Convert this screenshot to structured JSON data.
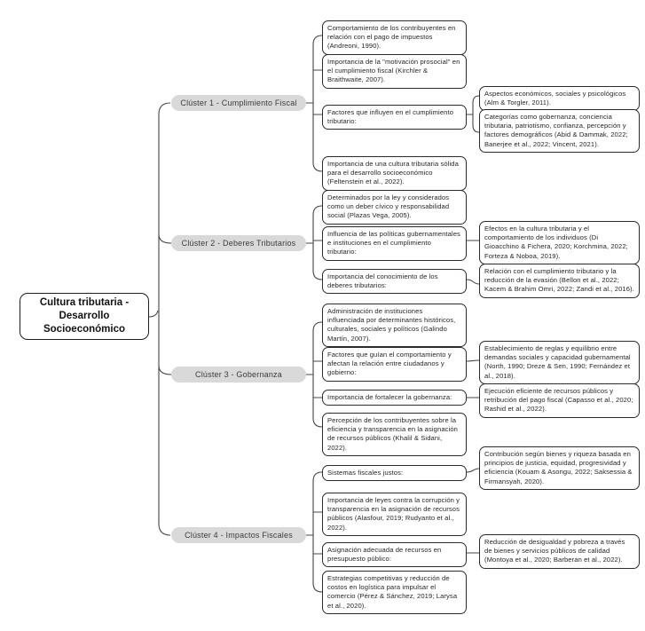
{
  "root": {
    "label": "Cultura tributaria - Desarrollo Socioeconómico"
  },
  "colors": {
    "line": "#454545",
    "cluster_bg": "#d9d9d9",
    "box_border": "#2b2b2b",
    "background": "#ffffff"
  },
  "clusters": [
    {
      "label": "Clúster 1 - Cumplimiento Fiscal",
      "topics": [
        {
          "text": "Comportamiento de los contribuyentes en relación con el pago de impuestos (Andreoni, 1990)."
        },
        {
          "text": "Importancia de la \"motivación prosocial\" en el cumplimiento fiscal (Kirchler & Braithwaite, 2007)."
        },
        {
          "text": "Factores que influyen en el cumplimiento tributario:",
          "details": [
            {
              "text": "Aspectos económicos, sociales y psicológicos (Alm & Torgler, 2011)."
            },
            {
              "text": "Categorías como gobernanza, conciencia tributaria, patriotismo, confianza, percepción y factores demográficos (Abid & Dammak, 2022; Banerjee et al., 2022; Vincent, 2021)."
            }
          ]
        },
        {
          "text": "Importancia de una cultura tributaria sólida para el desarrollo socioeconómico (Feltenstein et al., 2022)."
        }
      ]
    },
    {
      "label": "Clúster 2 - Deberes Tributarios",
      "topics": [
        {
          "text": "Determinados por la ley y considerados como un deber cívico y responsabilidad social (Plazas Vega, 2005)."
        },
        {
          "text": "Influencia de las políticas gubernamentales e instituciones en el cumplimiento tributario:",
          "details": [
            {
              "text": "Efectos en la cultura tributaria y el comportamiento de los individuos (Di Gioacchino & Fichera, 2020; Korchmina, 2022; Forteza & Noboa, 2019)."
            }
          ]
        },
        {
          "text": "Importancia del conocimiento de los deberes tributarios:",
          "details": [
            {
              "text": "Relación con el cumplimiento tributario y la reducción de la evasión (Bellon et al., 2022; Kacem & Brahim Omri, 2022; Zandi et al., 2016)."
            }
          ]
        }
      ]
    },
    {
      "label": "Clúster 3 - Gobernanza",
      "topics": [
        {
          "text": "Administración de instituciones influenciada por determinantes históricos, culturales, sociales y políticos (Galindo Martín, 2007)."
        },
        {
          "text": "Factores que guían el comportamiento y afectan la relación entre ciudadanos y gobierno:",
          "details": [
            {
              "text": "Establecimiento de reglas y equilibrio entre demandas sociales y capacidad gubernamental (North, 1990; Dreze & Sen, 1990; Fernández et al., 2018)."
            }
          ]
        },
        {
          "text": "Importancia de fortalecer la gobernanza:",
          "details": [
            {
              "text": "Ejecución eficiente de recursos públicos y retribución del pago fiscal (Capasso et al., 2020; Rashid et al., 2022)."
            }
          ]
        },
        {
          "text": "Percepción de los contribuyentes sobre la eficiencia y transparencia en la asignación de recursos públicos (Khalil & Sidani, 2022)."
        }
      ]
    },
    {
      "label": "Clúster 4 - Impactos Fiscales",
      "topics": [
        {
          "text": "Sistemas fiscales justos:",
          "details": [
            {
              "text": "Contribución según bienes y riqueza basada en principios de justicia, equidad, progresividad y eficiencia (Kouam & Asongu, 2022; Saksessia & Firmansyah, 2020)."
            }
          ]
        },
        {
          "text": "Importancia de leyes contra la corrupción y transparencia en la asignación de recursos públicos (Alasfour, 2019; Rudyanto et al., 2022)."
        },
        {
          "text": "Asignación adecuada de recursos en presupuesto público:",
          "details": [
            {
              "text": "Reducción de desigualdad y pobreza a través de bienes y servicios públicos de calidad (Montoya et al., 2020; Barberan et al., 2022)."
            }
          ]
        },
        {
          "text": "Estrategias competitivas y reducción de costos en logística para impulsar el comercio (Pérez & Sánchez, 2019; Larysa et al., 2020)."
        }
      ]
    }
  ]
}
